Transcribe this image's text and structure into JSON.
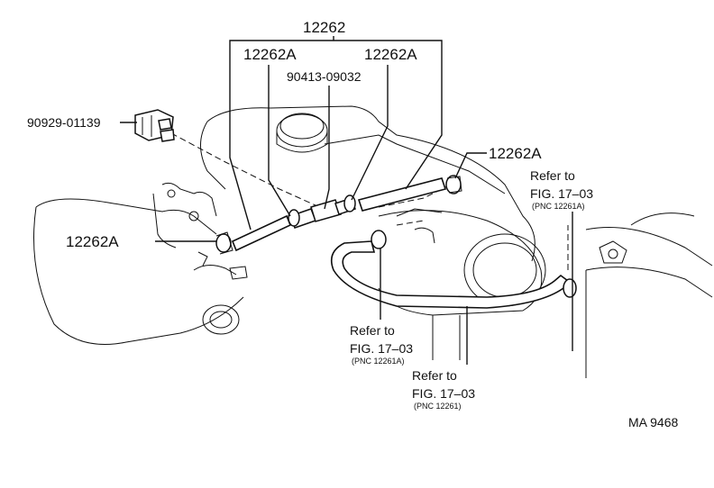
{
  "diagram": {
    "labels": {
      "assembly": "12262",
      "hose_left_top": "12262A",
      "hose_right_top": "12262A",
      "valve": "90413-09032",
      "vsv": "90929-01139",
      "clamp_right": "12262A",
      "clamp_left": "12262A",
      "ref_right_line1": "Refer to",
      "ref_right_line2": "FIG. 17–03",
      "ref_right_line3": "(PNC 12261A)",
      "ref_mid_line1": "Refer to",
      "ref_mid_line2": "FIG. 17–03",
      "ref_mid_line3": "(PNC 12261A)",
      "ref_low_line1": "Refer to",
      "ref_low_line2": "FIG. 17–03",
      "ref_low_line3": "(PNC 12261)",
      "code": "MA 9468"
    }
  }
}
